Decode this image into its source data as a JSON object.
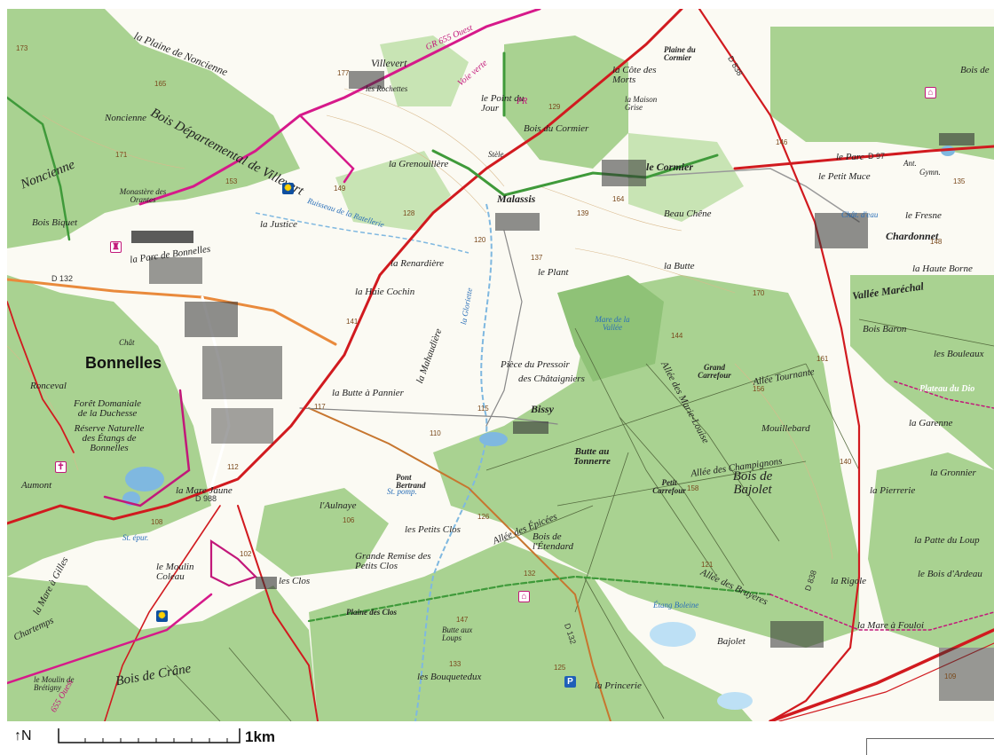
{
  "places": {
    "bonnelles": "Bonnelles",
    "bissy": "Bissy",
    "le_cormier": "le Cormier",
    "malassis": "Malassis",
    "chardonnet": "Chardonnet",
    "villevert": "Villevert",
    "les_rochettes": "les Rochettes",
    "noncienne_hamlet": "Noncienne",
    "la_justice": "la Justice",
    "la_parc_de_bonnelles": "la Parc de Bonnelles",
    "bajolet": "Bajolet",
    "le_fresne": "le Fresne",
    "le_parc": "le Parc",
    "le_petit_muce": "le Petit Muce",
    "la_butte": "la Butte",
    "le_plant": "le Plant",
    "beau_chene": "Beau Chêne",
    "la_haute_borne": "la Haute Borne",
    "mouillebard": "Mouillebard",
    "la_garenne": "la Garenne",
    "la_gronnier": "la Gronnier",
    "la_pierrerie": "la Pierrerie",
    "la_patte_du_loup": "la Patte du Loup",
    "le_bois_d_ardeau": "le Bois d'Ardeau",
    "la_rigole": "la Rigole",
    "la_mare_a_fouloi": "la Mare à Fouloi",
    "la_princerie": "la Princerie",
    "les_bouquetedux": "les Bouquetedux",
    "les_clos": "les Clos",
    "les_petits_clos": "les Petits Clos",
    "laulnaye": "l'Aulnaye",
    "le_moulin_coleau": "le Moulin Coleau",
    "le_moulin_de_bretigny": "le Moulin de Brétigny",
    "aumont": "Aumont",
    "ronceval": "Ronceval",
    "chartemps": "Chartemps",
    "la_renardiere": "la Renardière",
    "la_haie_cochin": "la Haie Cochin",
    "la_butte_a_pannier": "la Butte à Pannier",
    "la_grenouillere": "la Grenouillère",
    "le_point_du_jour": "le Point du Jour",
    "la_cote_des_morts": "la Côte des Morts",
    "la_maison_grise": "la Maison Grise",
    "plaine_du_cormier": "Plaine du Cormier",
    "bois_du_cormier": "Bois du Cormier",
    "piece_du_pressoir": "Pièce du Pressoir",
    "des_chataigniers": "des Châtaigniers",
    "butte_au_tonnerre": "Butte au Tonnerre",
    "pont_bertrand": "Pont Bertrand",
    "grande_remise": "Grande Remise des Petits Clos",
    "plaine_des_clos": "Plaine des Clos",
    "butte_aux_loups": "Butte aux Loups",
    "bois_de_letendard": "Bois de l'Étendard",
    "la_mare_a_gilles": "la Mare à Gilles",
    "la_mare_jaune": "la Mare Jaune",
    "monastere": "Monastère des Orantes",
    "bois_biquet": "Bois Biquet",
    "bois_baron": "Bois Baron",
    "les_bouleaux": "les Bouleaux",
    "bois_de_bajolet": "Bois de Bajolet",
    "bois_de_crane": "Bois de Crâne",
    "bois_departemental": "Bois Départemental de Villevert",
    "la_plaine_de_noncienne": "la Plaine de Noncienne",
    "noncienne_wood": "Noncienne",
    "vallee_marechal": "Vallée Maréchal",
    "foret_domaniale": "Forêt Domaniale de la Duchesse",
    "reserve_naturelle": "Réserve Naturelle des Étangs de Bonnelles",
    "mare_de_la_vallee": "Mare de la Vallée",
    "etang_boleine": "Étang Boleine",
    "ruisseau": "Ruisseau de la Ratellerie",
    "la_gloriette": "la Gloriette",
    "la_mahaudiere": "la Mahaudière",
    "grand_carrefour": "Grand Carrefour",
    "petit_carrefour": "Petit Carrefour",
    "allee_tournante": "Allée Tournante",
    "allee_des_champignons": "Allée des Champignons",
    "allee_des_epicees": "Allée des Épicées",
    "allee_marie_louise": "Allée des Marie-Louise",
    "allee_des_bruyeres": "Allée des Bruyères",
    "plateau_du_dio": "Plateau du Dio",
    "bois_de_right": "Bois de",
    "st_pomp": "St. pomp.",
    "st_epur": "St. épur.",
    "chat_eau": "Chât. d'eau",
    "stele": "Stèle",
    "gymn": "Gymn.",
    "ant": "Ant.",
    "chat": "Chât"
  },
  "roads": {
    "d132": "D 132",
    "d988": "D 988",
    "d838": "D 838",
    "d97": "D 97",
    "d132b": "D 132",
    "d838b": "D 838",
    "gr655_top": "GR 655 Ouest",
    "gr655_bottom": "655 Ouest",
    "voie_verte": "Voie verte",
    "pr": "PR"
  },
  "elevations": [
    "173",
    "177",
    "165",
    "171",
    "153",
    "149",
    "128",
    "120",
    "137",
    "164",
    "139",
    "141",
    "117",
    "110",
    "115",
    "112",
    "108",
    "106",
    "102",
    "126",
    "132",
    "133",
    "125",
    "121",
    "147",
    "158",
    "170",
    "161",
    "144",
    "156",
    "148",
    "140",
    "109",
    "135",
    "146",
    "129"
  ],
  "scale": {
    "north_label": "N",
    "distance_label": "1km"
  },
  "colors": {
    "forest": "#a9d291",
    "forest_dark": "#8fc277",
    "road_main": "#d11a1f",
    "road_secondary": "#e98a3c",
    "trail_gr": "#d6198a",
    "trail_green": "#3f9a3a",
    "water": "#7fb8e0",
    "built": "#333333",
    "paper": "#fbfaf3"
  }
}
